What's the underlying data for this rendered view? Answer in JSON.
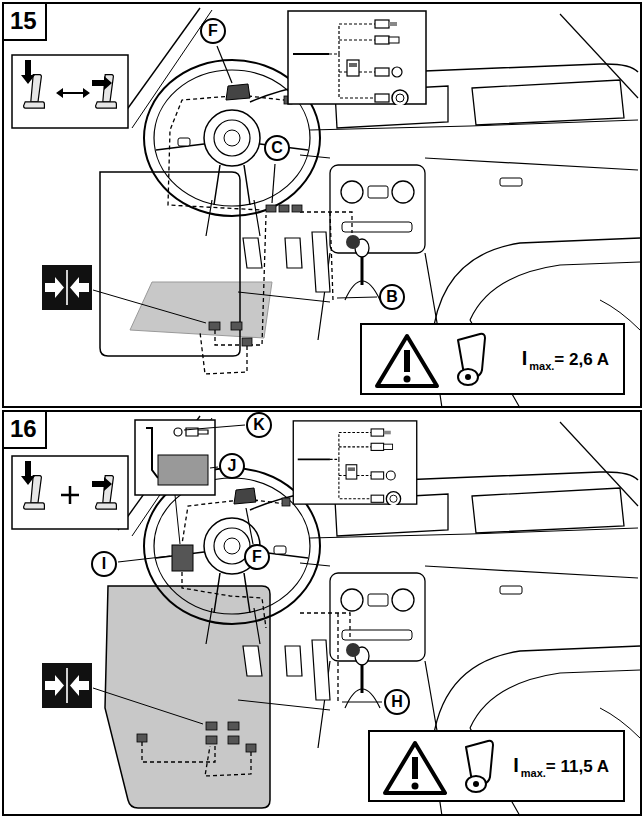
{
  "diagram": {
    "nodes": [
      {
        "text": [
          "15"
        ]
      },
      {
        "text": [
          "F"
        ],
        "in": 0
      },
      {
        "text": [
          "C"
        ],
        "in": 0
      },
      {
        "text": [
          "B"
        ],
        "in": 0
      },
      {
        "text": [
          "I",
          "max.",
          "= 2,6 A"
        ],
        "in": 0
      },
      {
        "text": [
          "16"
        ]
      },
      {
        "text": [
          "K"
        ],
        "in": 5
      },
      {
        "text": [
          "J"
        ],
        "in": 5
      },
      {
        "text": [
          "I"
        ],
        "in": 5
      },
      {
        "text": [
          "F"
        ],
        "in": 5
      },
      {
        "text": [
          "H"
        ],
        "in": 5
      },
      {
        "text": [
          "I",
          "max.",
          "= 11,5 A"
        ],
        "in": 5
      }
    ]
  }
}
